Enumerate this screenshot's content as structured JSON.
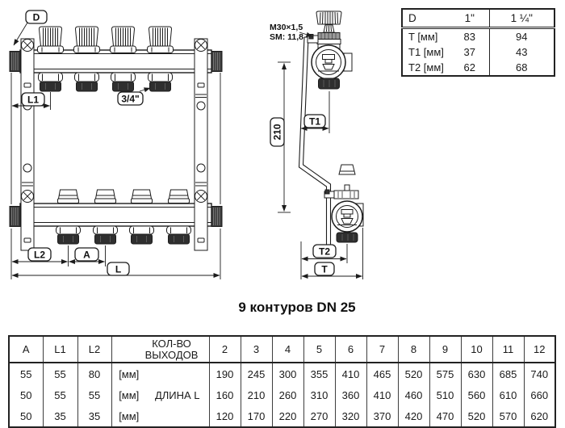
{
  "drawing": {
    "front": {
      "d": "D",
      "l1": "L1",
      "three_quarters": "3/4\"",
      "l2": "L2",
      "a": "A",
      "l": "L"
    },
    "side": {
      "thread_spec": "M30×1,5",
      "wrench_spec": "SM: 11,8",
      "height": "210",
      "t1": "T1",
      "t2": "T2",
      "t": "T"
    }
  },
  "caption": "9 контуров DN 25",
  "size_table": {
    "header": {
      "d": "D",
      "col1": "1\"",
      "col2": "1 ¼\""
    },
    "rows": [
      {
        "label": "T [мм]",
        "v1": "83",
        "v2": "94"
      },
      {
        "label": "T1 [мм]",
        "v1": "37",
        "v2": "43"
      },
      {
        "label": "T2 [мм]",
        "v1": "62",
        "v2": "68"
      }
    ]
  },
  "length_table": {
    "headers": {
      "a": "A",
      "l1": "L1",
      "l2": "L2",
      "outputs": "КОЛ-ВО\nВЫХОДОВ",
      "outputs_counts": [
        "2",
        "3",
        "4",
        "5",
        "6",
        "7",
        "8",
        "9",
        "10",
        "11",
        "12"
      ]
    },
    "unit": "[мм]",
    "length_label": "ДЛИНА L",
    "rows": [
      {
        "a": "55",
        "l1": "55",
        "l2": "80",
        "lengths": [
          "190",
          "245",
          "300",
          "355",
          "410",
          "465",
          "520",
          "575",
          "630",
          "685",
          "740"
        ]
      },
      {
        "a": "50",
        "l1": "55",
        "l2": "55",
        "lengths": [
          "160",
          "210",
          "260",
          "310",
          "360",
          "410",
          "460",
          "510",
          "560",
          "610",
          "660"
        ]
      },
      {
        "a": "50",
        "l1": "35",
        "l2": "35",
        "lengths": [
          "120",
          "170",
          "220",
          "270",
          "320",
          "370",
          "420",
          "470",
          "520",
          "570",
          "620"
        ]
      }
    ]
  },
  "colors": {
    "line": "#1c1c1c",
    "dark_fitting": "#2f2f2f",
    "thread": "#3a3a3a"
  }
}
